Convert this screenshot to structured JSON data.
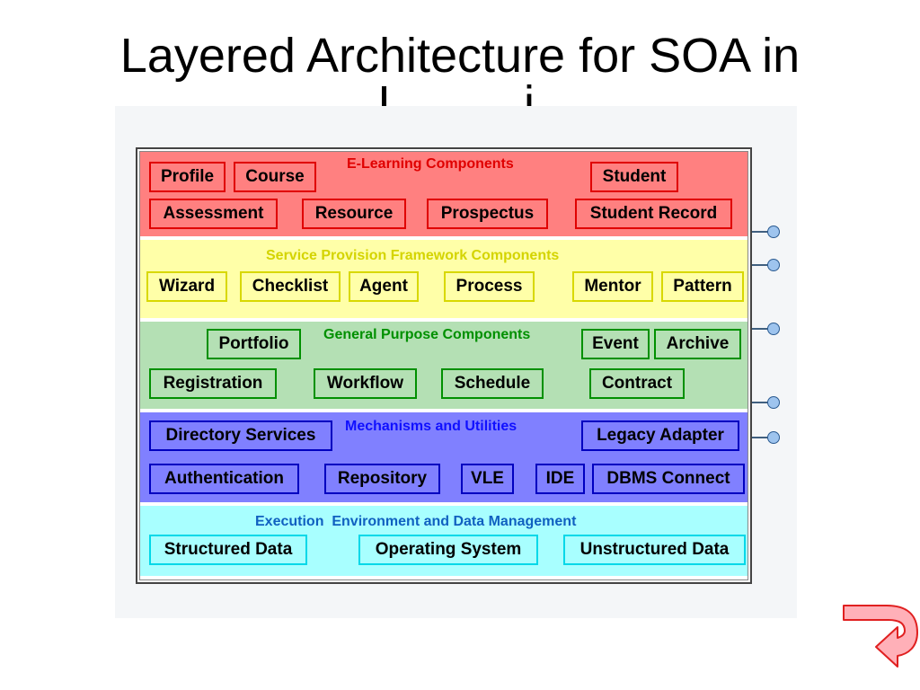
{
  "title": {
    "main": "Layered Architecture for SOA in",
    "second_line_fragment_1": "I",
    "second_line_fragment_2": "i"
  },
  "layers": [
    {
      "label": "E-Learning Components",
      "label_color": "#e00000",
      "bg": "#ff8080",
      "components": [
        "Profile",
        "Course",
        "Student",
        "Assessment",
        "Resource",
        "Prospectus",
        "Student Record"
      ]
    },
    {
      "label": "Service Provision Framework Components",
      "label_color": "#d4d400",
      "bg": "#ffffa8",
      "components": [
        "Wizard",
        "Checklist",
        "Agent",
        "Process",
        "Mentor",
        "Pattern"
      ]
    },
    {
      "label": "General Purpose Components",
      "label_color": "#009000",
      "bg": "#b4e0b4",
      "components": [
        "Portfolio",
        "Event",
        "Archive",
        "Registration",
        "Workflow",
        "Schedule",
        "Contract"
      ]
    },
    {
      "label": "Mechanisms and Utilities",
      "label_color": "#1010ff",
      "bg": "#8080ff",
      "components": [
        "Directory Services",
        "Legacy Adapter",
        "Authentication",
        "Repository",
        "VLE",
        "IDE",
        "DBMS Connect"
      ]
    },
    {
      "label": "Execution  Environment and Data Management",
      "label_color": "#1060c0",
      "bg": "#a8ffff",
      "components": [
        "Structured Data",
        "Operating System",
        "Unstructured Data"
      ]
    }
  ],
  "icons": {
    "connector": "service-interface-lollipop-icon",
    "nav": "curved-arrow-back-icon",
    "nav_fill": "#ffb0b8",
    "nav_stroke": "#e02020"
  }
}
